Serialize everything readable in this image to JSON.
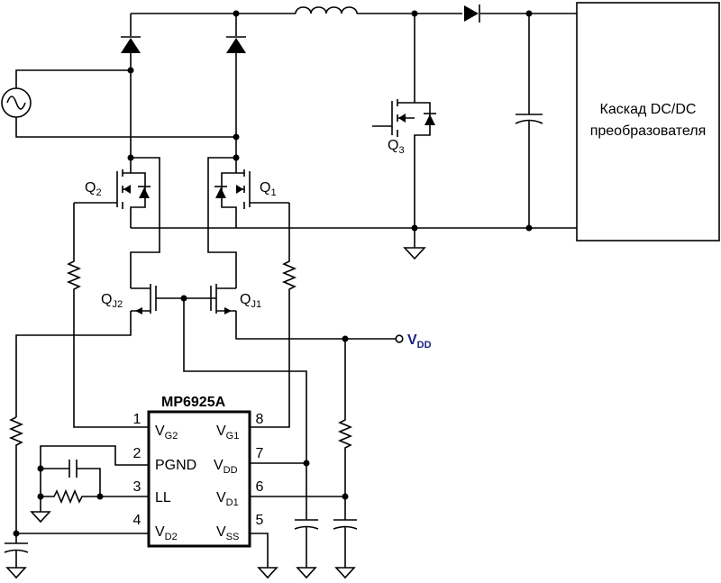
{
  "chip": {
    "name": "MP6925A",
    "pins": [
      {
        "num": "1",
        "label": "V",
        "sub": "G2"
      },
      {
        "num": "2",
        "label": "PGND",
        "sub": ""
      },
      {
        "num": "3",
        "label": "LL",
        "sub": ""
      },
      {
        "num": "4",
        "label": "V",
        "sub": "D2"
      },
      {
        "num": "8",
        "label": "V",
        "sub": "G1"
      },
      {
        "num": "7",
        "label": "V",
        "sub": "DD"
      },
      {
        "num": "6",
        "label": "V",
        "sub": "D1"
      },
      {
        "num": "5",
        "label": "V",
        "sub": "SS"
      }
    ]
  },
  "transistors": {
    "q1": {
      "label": "Q",
      "sub": "1"
    },
    "q2": {
      "label": "Q",
      "sub": "2"
    },
    "q3": {
      "label": "Q",
      "sub": "3"
    },
    "qj1": {
      "label": "Q",
      "sub": "J1"
    },
    "qj2": {
      "label": "Q",
      "sub": "J2"
    }
  },
  "vdd": {
    "label": "V",
    "sub": "DD"
  },
  "converter_box": {
    "line1": "Каскад DC/DC",
    "line2": "преобразователя"
  }
}
